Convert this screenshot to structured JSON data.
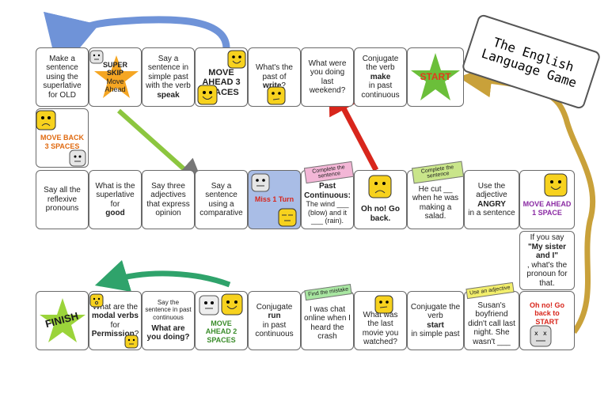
{
  "title": "The English Language Game",
  "row1": [
    {
      "id": "r1c1",
      "text": "Make a sentence using the superlative for OLD"
    },
    {
      "id": "r1c2",
      "line1": "SUPER",
      "line2": "SKIP",
      "line3": "Move",
      "line4": "Ahead"
    },
    {
      "id": "r1c3",
      "text_a": "Say a sentence in simple past with the verb",
      "text_b": "speak"
    },
    {
      "id": "r1c4",
      "text": "MOVE AHEAD 3 SPACES"
    },
    {
      "id": "r1c5",
      "text_a": "What's the past of",
      "text_b": "write",
      "text_c": "?"
    },
    {
      "id": "r1c6",
      "text": "What were you doing last weekend?"
    },
    {
      "id": "r1c7",
      "text_a": "Conjugate the verb",
      "text_b": "make",
      "text_c": "in past continuous"
    },
    {
      "id": "r1c8",
      "text": "START"
    }
  ],
  "move_back": "MOVE BACK 3 SPACES",
  "row2": [
    {
      "id": "r2c1",
      "text": "Say all the reflexive pronouns"
    },
    {
      "id": "r2c2",
      "text_a": "What is the superlative for",
      "text_b": "good"
    },
    {
      "id": "r2c3",
      "text": "Say three adjectives that express opinion"
    },
    {
      "id": "r2c4",
      "text": "Say a sentence using a comparative"
    },
    {
      "id": "r2c5",
      "text": "Miss 1 Turn"
    },
    {
      "id": "r2c6",
      "tag": "Complete the sentence",
      "bold": "Past Continuous:",
      "text": "The wind ___ (blow) and it ___ (rain)."
    },
    {
      "id": "r2c7",
      "text": "Oh no! Go back."
    },
    {
      "id": "r2c8",
      "tag": "Complete the sentence",
      "text": "He cut __ when he was making a salad."
    },
    {
      "id": "r2c9",
      "text_a": "Use the adjective",
      "text_b": "ANGRY",
      "text_c": "in a sentence"
    },
    {
      "id": "r2c10",
      "text": "MOVE AHEAD 1 SPACE"
    }
  ],
  "side_square": {
    "text_a": "If you say",
    "text_b": "\"My sister and I\"",
    "text_c": ", what's the pronoun for that."
  },
  "row3": [
    {
      "id": "r3c1",
      "text": "FINISH"
    },
    {
      "id": "r3c2",
      "text_a": "What are the",
      "text_b": "modal verbs",
      "text_c": "for",
      "text_d": "Permission",
      "text_e": "?"
    },
    {
      "id": "r3c3",
      "small": "Say the sentence in past continuous",
      "bold": "What are you doing?"
    },
    {
      "id": "r3c4",
      "text": "MOVE AHEAD 2 SPACES"
    },
    {
      "id": "r3c5",
      "text_a": "Conjugate",
      "text_b": "run",
      "text_c": "in past continuous"
    },
    {
      "id": "r3c6",
      "tag": "Find the mistake",
      "text": "I was chat online when I heard the crash"
    },
    {
      "id": "r3c7",
      "text": "What was the last movie you watched?"
    },
    {
      "id": "r3c8",
      "text_a": "Conjugate the verb",
      "text_b": "start",
      "text_c": "in simple past"
    },
    {
      "id": "r3c9",
      "tag": "Use an adjective",
      "text": "Susan's boyfriend didn't call last night. She wasn't ___"
    },
    {
      "id": "r3c10",
      "text": "Oh no! Go back to START"
    }
  ],
  "colors": {
    "start_star": "#6bbf3a",
    "finish_star": "#9bd43a",
    "super_skip_star": "#f5a623",
    "miss_turn": "#a9bde6",
    "face_yellow": "#f7d21e",
    "red_arrow": "#d8261c",
    "green_arrow": "#2fa36b",
    "blue_arrow": "#6f93d8",
    "gold_arrow": "#c9a13a"
  }
}
